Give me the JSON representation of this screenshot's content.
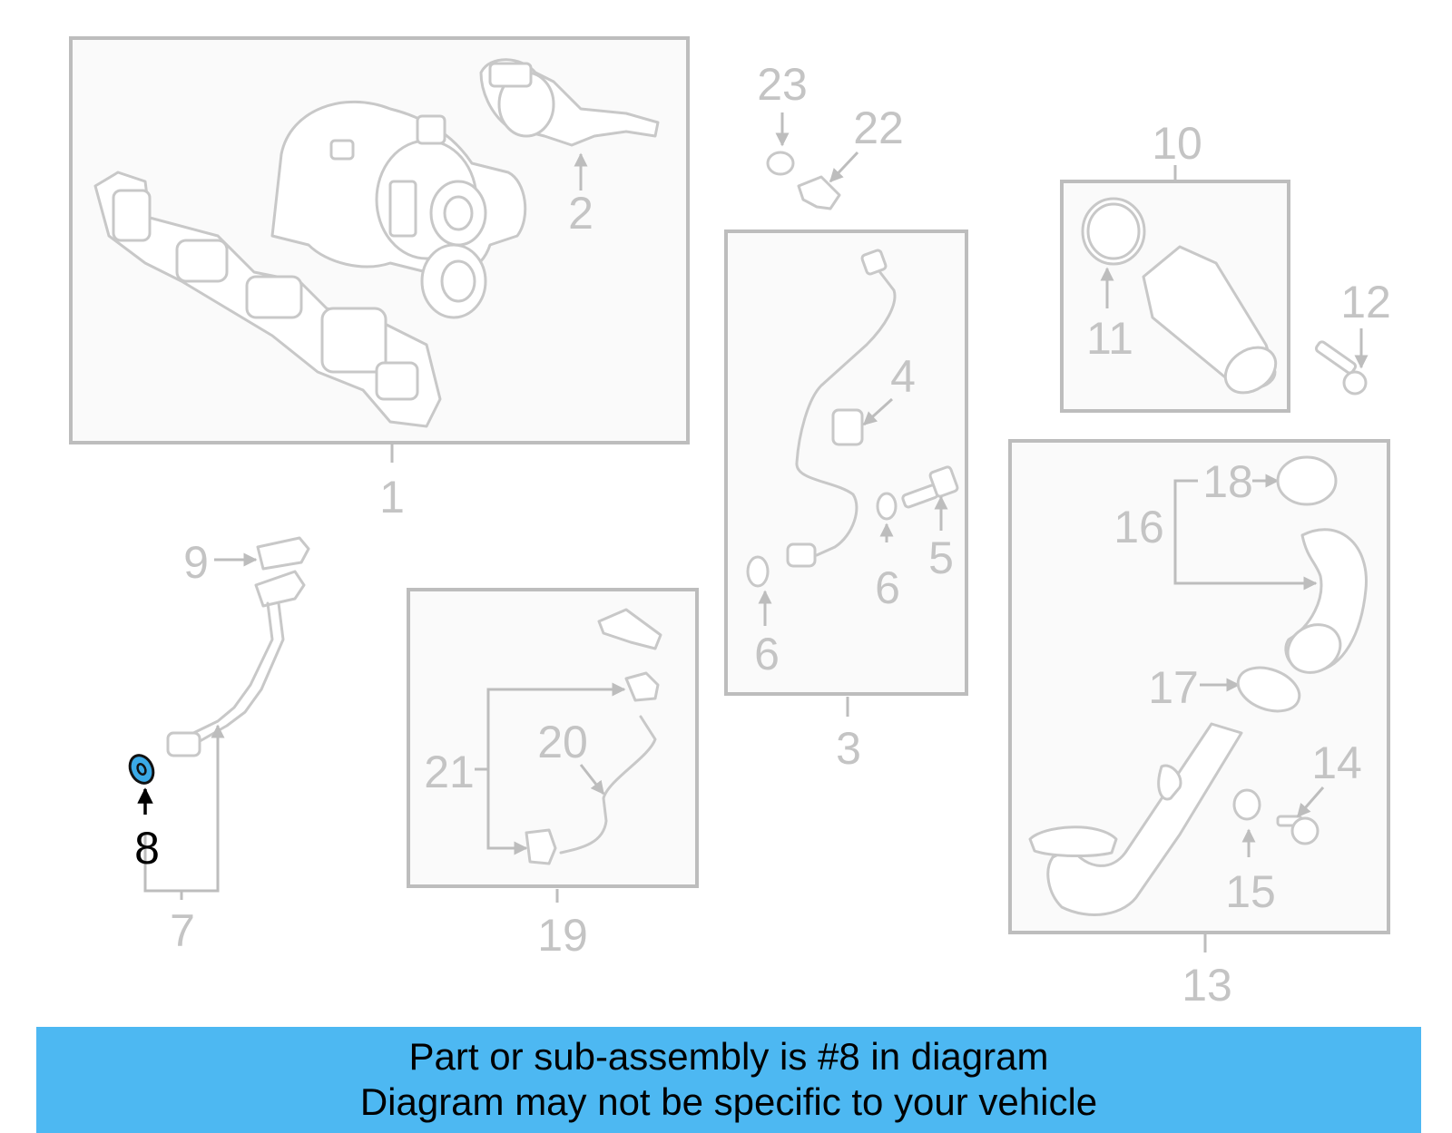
{
  "callouts": {
    "c1": "1",
    "c2": "2",
    "c3": "3",
    "c4": "4",
    "c5": "5",
    "c6a": "6",
    "c6b": "6",
    "c7": "7",
    "c8": "8",
    "c9": "9",
    "c10": "10",
    "c11": "11",
    "c12": "12",
    "c13": "13",
    "c14": "14",
    "c15": "15",
    "c16": "16",
    "c17": "17",
    "c18": "18",
    "c19": "19",
    "c20": "20",
    "c21": "21",
    "c22": "22",
    "c23": "23"
  },
  "highlighted_part": "8",
  "colors": {
    "highlight_fill": "#3aa9e6",
    "banner_background": "#4db8f2",
    "line_gray": "#c8c8c8"
  },
  "banner": {
    "line1": "Part or sub-assembly is #8 in diagram",
    "line2": "Diagram may not be specific to your vehicle"
  }
}
